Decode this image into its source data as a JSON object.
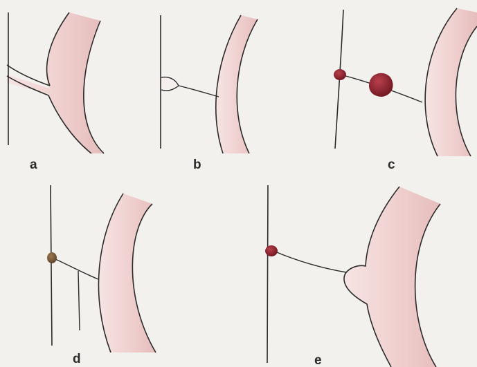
{
  "panels": [
    {
      "id": "a",
      "label": "a"
    },
    {
      "id": "b",
      "label": "b"
    },
    {
      "id": "c",
      "label": "c"
    },
    {
      "id": "d",
      "label": "d"
    },
    {
      "id": "e",
      "label": "e"
    }
  ],
  "colors": {
    "background": "#f3f1ed",
    "line": "#2a2a2a",
    "tube_fill": "#f1d7d6",
    "tube_fill_dark": "#e9c4c3",
    "nodule_dark": "#8a1f2a",
    "nodule_brown": "#7a5a3a"
  }
}
